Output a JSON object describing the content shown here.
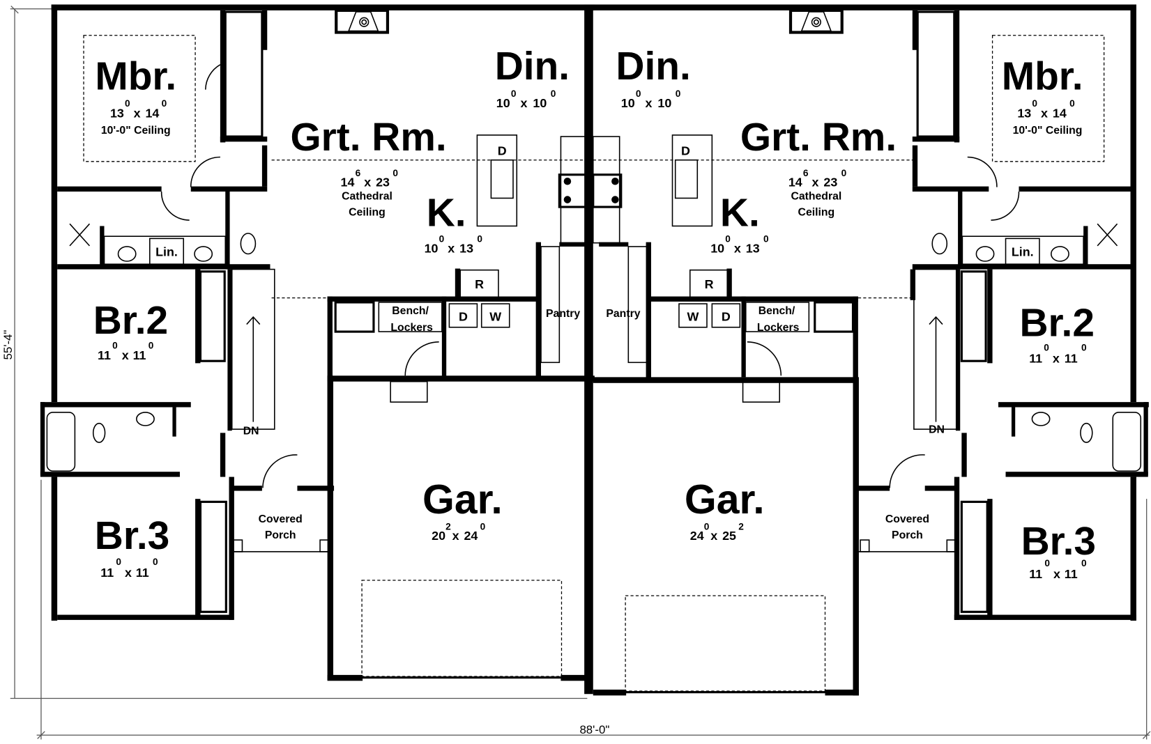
{
  "plan": {
    "overall_width": "88'-0\"",
    "overall_depth": "55'-4\""
  },
  "left_unit": {
    "master_bedroom": {
      "name": "Mbr.",
      "size_a": "13",
      "sup_a": "0",
      "size_b": "14",
      "sup_b": "0",
      "note": "10'-0\" Ceiling"
    },
    "great_room": {
      "name": "Grt. Rm.",
      "size_a": "14",
      "sup_a": "6",
      "size_b": "23",
      "sup_b": "0",
      "note1": "Cathedral",
      "note2": "Ceiling"
    },
    "dining": {
      "name": "Din.",
      "size_a": "10",
      "sup_a": "0",
      "size_b": "10",
      "sup_b": "0"
    },
    "kitchen": {
      "name": "K.",
      "size_a": "10",
      "sup_a": "0",
      "size_b": "13",
      "sup_b": "0",
      "dishwasher": "D",
      "refrigerator": "R"
    },
    "linen": "Lin.",
    "bedroom2": {
      "name": "Br.2",
      "size_a": "11",
      "sup_a": "0",
      "size_b": "11",
      "sup_b": "0"
    },
    "bedroom3": {
      "name": "Br.3",
      "size_a": "11",
      "sup_a": "0",
      "size_b": "11",
      "sup_b": "0"
    },
    "stairs": "DN",
    "bench": "Bench/",
    "lockers": "Lockers",
    "dryer": "D",
    "washer": "W",
    "pantry": "Pantry",
    "porch1": "Covered",
    "porch2": "Porch",
    "garage": {
      "name": "Gar.",
      "size_a": "20",
      "sup_a": "2",
      "size_b": "24",
      "sup_b": "0"
    }
  },
  "right_unit": {
    "master_bedroom": {
      "name": "Mbr.",
      "size_a": "13",
      "sup_a": "0",
      "size_b": "14",
      "sup_b": "0",
      "note": "10'-0\" Ceiling"
    },
    "great_room": {
      "name": "Grt. Rm.",
      "size_a": "14",
      "sup_a": "6",
      "size_b": "23",
      "sup_b": "0",
      "note1": "Cathedral",
      "note2": "Ceiling"
    },
    "dining": {
      "name": "Din.",
      "size_a": "10",
      "sup_a": "0",
      "size_b": "10",
      "sup_b": "0"
    },
    "kitchen": {
      "name": "K.",
      "size_a": "10",
      "sup_a": "0",
      "size_b": "13",
      "sup_b": "0",
      "dishwasher": "D",
      "refrigerator": "R"
    },
    "linen": "Lin.",
    "bedroom2": {
      "name": "Br.2",
      "size_a": "11",
      "sup_a": "0",
      "size_b": "11",
      "sup_b": "0"
    },
    "bedroom3": {
      "name": "Br.3",
      "size_a": "11",
      "sup_a": "0",
      "size_b": "11",
      "sup_b": "0"
    },
    "stairs": "DN",
    "bench": "Bench/",
    "lockers": "Lockers",
    "dryer": "D",
    "washer": "W",
    "pantry": "Pantry",
    "porch1": "Covered",
    "porch2": "Porch",
    "garage": {
      "name": "Gar.",
      "size_a": "24",
      "sup_a": "0",
      "size_b": "25",
      "sup_b": "2"
    }
  }
}
